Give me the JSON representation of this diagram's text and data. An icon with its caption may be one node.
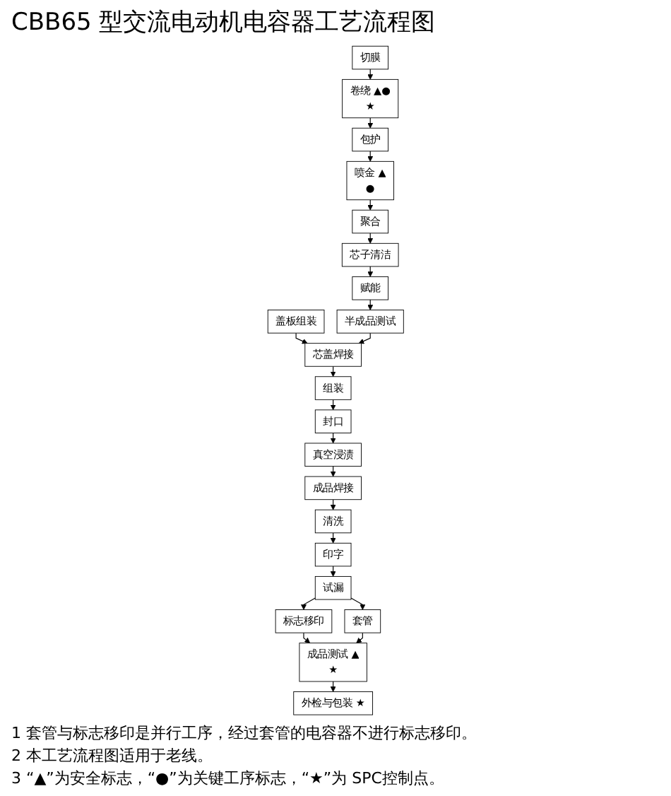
{
  "diagram": {
    "title": "CBB65 型交流电动机电容器工艺流程图",
    "nodes": [
      {
        "text": [
          "切膜"
        ]
      },
      {
        "text": [
          "卷绕",
          "▲●",
          "★"
        ]
      },
      {
        "text": [
          "包护"
        ]
      },
      {
        "text": [
          "喷金",
          "▲",
          "●"
        ]
      },
      {
        "text": [
          "聚合"
        ]
      },
      {
        "text": [
          "芯子清洁"
        ]
      },
      {
        "text": [
          "赋能"
        ]
      },
      {
        "text": [
          "盖板组装"
        ]
      },
      {
        "text": [
          "半成品测试"
        ]
      },
      {
        "text": [
          "芯盖焊接"
        ]
      },
      {
        "text": [
          "组装"
        ]
      },
      {
        "text": [
          "封口"
        ]
      },
      {
        "text": [
          "真空浸渍"
        ]
      },
      {
        "text": [
          "成品焊接"
        ]
      },
      {
        "text": [
          "清洗"
        ]
      },
      {
        "text": [
          "印字"
        ]
      },
      {
        "text": [
          "试漏"
        ]
      },
      {
        "text": [
          "标志移印"
        ]
      },
      {
        "text": [
          "套管"
        ]
      },
      {
        "text": [
          "成品测试",
          "▲",
          "★"
        ]
      },
      {
        "text": [
          "外检与包装",
          "★"
        ]
      }
    ],
    "edges": [
      {
        "from": 0,
        "to": 1,
        "arrow": "to"
      },
      {
        "from": 1,
        "to": 2,
        "arrow": "to"
      },
      {
        "from": 2,
        "to": 3,
        "arrow": "to"
      },
      {
        "from": 3,
        "to": 4,
        "arrow": "to"
      },
      {
        "from": 4,
        "to": 5,
        "arrow": "to"
      },
      {
        "from": 5,
        "to": 6,
        "arrow": "to"
      },
      {
        "from": 6,
        "to": 8,
        "arrow": "to"
      },
      {
        "from": 7,
        "to": 9,
        "arrow": "to"
      },
      {
        "from": 8,
        "to": 9,
        "arrow": "to"
      },
      {
        "from": 9,
        "to": 10,
        "arrow": "to"
      },
      {
        "from": 10,
        "to": 11,
        "arrow": "to"
      },
      {
        "from": 11,
        "to": 12,
        "arrow": "to"
      },
      {
        "from": 12,
        "to": 13,
        "arrow": "to"
      },
      {
        "from": 13,
        "to": 14,
        "arrow": "to"
      },
      {
        "from": 14,
        "to": 15,
        "arrow": "to"
      },
      {
        "from": 15,
        "to": 16,
        "arrow": "to"
      },
      {
        "from": 16,
        "to": 17,
        "arrow": "to"
      },
      {
        "from": 16,
        "to": 18,
        "arrow": "to"
      },
      {
        "from": 17,
        "to": 19,
        "arrow": "to"
      },
      {
        "from": 18,
        "to": 19,
        "arrow": "to"
      },
      {
        "from": 19,
        "to": 20,
        "arrow": "to"
      }
    ],
    "labels": [
      "1 套管与标志移印是并行工序，经过套管的电容器不进行标志移印。",
      "2 本工艺流程图适用于老线。",
      "3 “▲”为安全标志，“●”为关键工序标志，“★”为 SPC控制点。"
    ]
  }
}
